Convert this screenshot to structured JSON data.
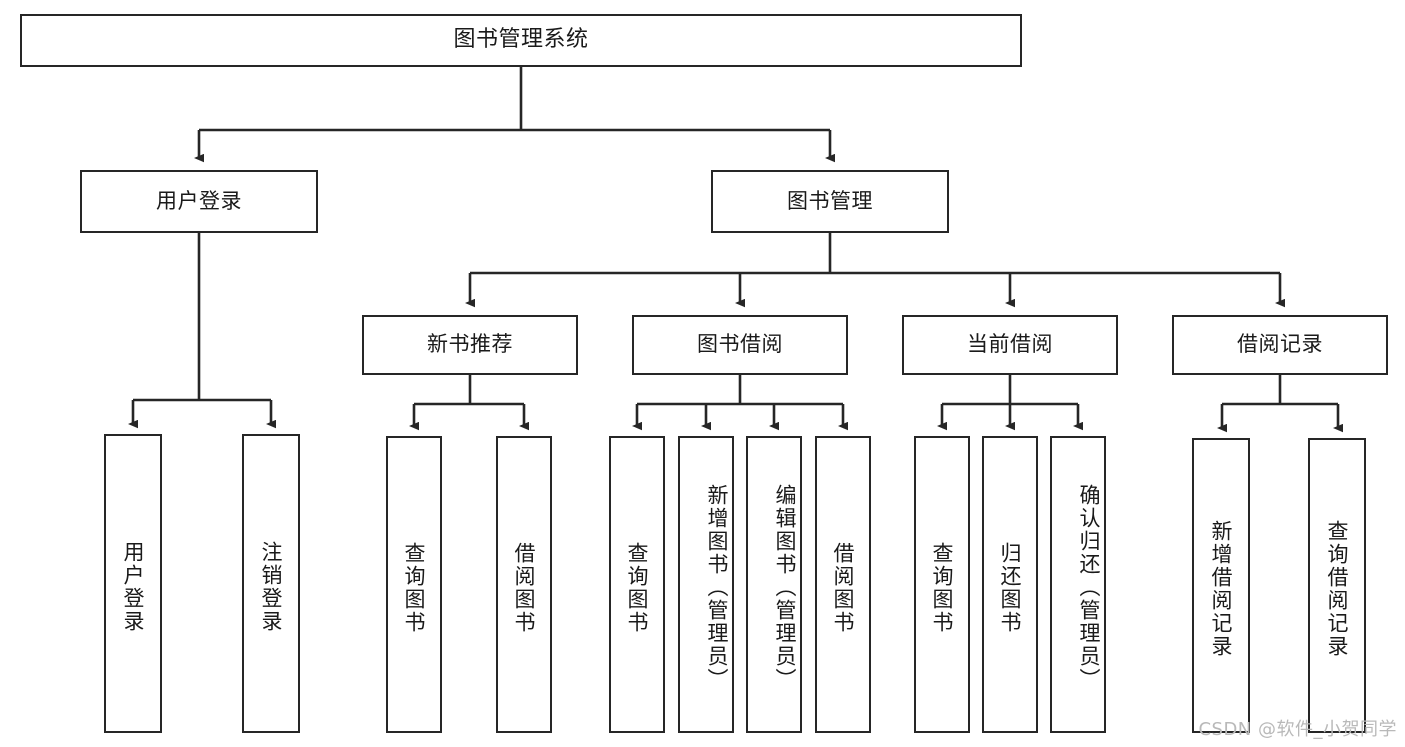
{
  "diagram": {
    "type": "tree-hierarchy-chart",
    "title": "图书管理系统",
    "line_color": "#262626",
    "box_fill": "#ffffff",
    "text_color": "#1a1a1a",
    "root": {
      "id": "root",
      "label": "图书管理系统"
    },
    "level2": [
      {
        "id": "user-login",
        "label": "用户登录"
      },
      {
        "id": "book-manage",
        "label": "图书管理"
      }
    ],
    "level3": [
      {
        "id": "new-book-rec",
        "label": "新书推荐",
        "parent": "book-manage"
      },
      {
        "id": "book-borrow",
        "label": "图书借阅",
        "parent": "book-manage"
      },
      {
        "id": "current-borrow",
        "label": "当前借阅",
        "parent": "book-manage"
      },
      {
        "id": "borrow-record",
        "label": "借阅记录",
        "parent": "book-manage"
      }
    ],
    "leaves": [
      {
        "id": "leaf-user-login",
        "label": "用户登录",
        "parent": "user-login"
      },
      {
        "id": "leaf-logout",
        "label": "注销登录",
        "parent": "user-login"
      },
      {
        "id": "leaf-query-book-1",
        "label": "查询图书",
        "parent": "new-book-rec"
      },
      {
        "id": "leaf-borrow-book-1",
        "label": "借阅图书",
        "parent": "new-book-rec"
      },
      {
        "id": "leaf-query-book-2",
        "label": "查询图书",
        "parent": "book-borrow"
      },
      {
        "id": "leaf-add-book",
        "label": "新增图书（管理员）",
        "parent": "book-borrow"
      },
      {
        "id": "leaf-edit-book",
        "label": "编辑图书（管理员）",
        "parent": "book-borrow"
      },
      {
        "id": "leaf-borrow-book-2",
        "label": "借阅图书",
        "parent": "book-borrow"
      },
      {
        "id": "leaf-query-book-3",
        "label": "查询图书",
        "parent": "current-borrow"
      },
      {
        "id": "leaf-return-book",
        "label": "归还图书",
        "parent": "current-borrow"
      },
      {
        "id": "leaf-confirm-return",
        "label": "确认归还（管理员）",
        "parent": "current-borrow"
      },
      {
        "id": "leaf-add-record",
        "label": "新增借阅记录",
        "parent": "borrow-record"
      },
      {
        "id": "leaf-query-record",
        "label": "查询借阅记录",
        "parent": "borrow-record"
      }
    ]
  },
  "watermark": {
    "text": "CSDN @软件_小贺同学"
  }
}
